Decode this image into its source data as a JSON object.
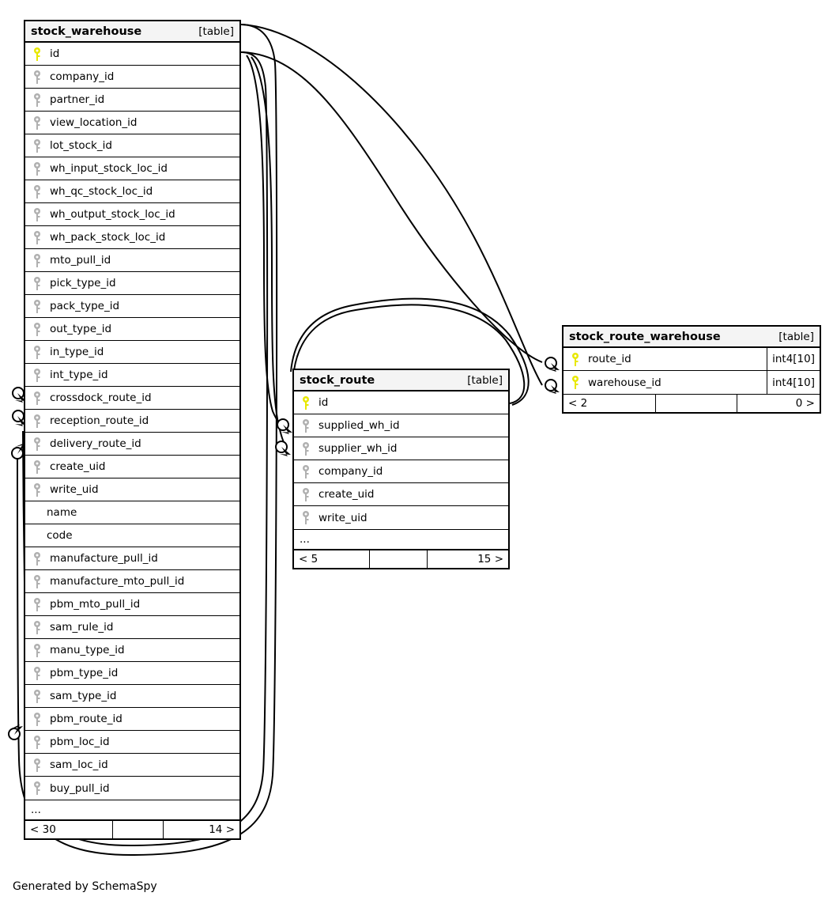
{
  "diagram": {
    "credit": "Generated by SchemaSpy",
    "table_tag": "[table]",
    "ellipsis": "...",
    "colors": {
      "pk_key": "#e8e800",
      "fk_key": "#b0b0b0",
      "header_bg": "#f4f4f4",
      "border": "#000000",
      "background": "#ffffff"
    }
  },
  "tables": [
    {
      "name": "stock_warehouse",
      "tag": "[table]",
      "columns": [
        {
          "name": "id",
          "key": "pk",
          "type": ""
        },
        {
          "name": "company_id",
          "key": "fk",
          "type": ""
        },
        {
          "name": "partner_id",
          "key": "fk",
          "type": ""
        },
        {
          "name": "view_location_id",
          "key": "fk",
          "type": ""
        },
        {
          "name": "lot_stock_id",
          "key": "fk",
          "type": ""
        },
        {
          "name": "wh_input_stock_loc_id",
          "key": "fk",
          "type": ""
        },
        {
          "name": "wh_qc_stock_loc_id",
          "key": "fk",
          "type": ""
        },
        {
          "name": "wh_output_stock_loc_id",
          "key": "fk",
          "type": ""
        },
        {
          "name": "wh_pack_stock_loc_id",
          "key": "fk",
          "type": ""
        },
        {
          "name": "mto_pull_id",
          "key": "fk",
          "type": ""
        },
        {
          "name": "pick_type_id",
          "key": "fk",
          "type": ""
        },
        {
          "name": "pack_type_id",
          "key": "fk",
          "type": ""
        },
        {
          "name": "out_type_id",
          "key": "fk",
          "type": ""
        },
        {
          "name": "in_type_id",
          "key": "fk",
          "type": ""
        },
        {
          "name": "int_type_id",
          "key": "fk",
          "type": ""
        },
        {
          "name": "crossdock_route_id",
          "key": "fk",
          "type": ""
        },
        {
          "name": "reception_route_id",
          "key": "fk",
          "type": ""
        },
        {
          "name": "delivery_route_id",
          "key": "fk",
          "type": ""
        },
        {
          "name": "create_uid",
          "key": "fk",
          "type": ""
        },
        {
          "name": "write_uid",
          "key": "fk",
          "type": ""
        },
        {
          "name": "name",
          "key": "none",
          "type": ""
        },
        {
          "name": "code",
          "key": "none",
          "type": ""
        },
        {
          "name": "manufacture_pull_id",
          "key": "fk",
          "type": ""
        },
        {
          "name": "manufacture_mto_pull_id",
          "key": "fk",
          "type": ""
        },
        {
          "name": "pbm_mto_pull_id",
          "key": "fk",
          "type": ""
        },
        {
          "name": "sam_rule_id",
          "key": "fk",
          "type": ""
        },
        {
          "name": "manu_type_id",
          "key": "fk",
          "type": ""
        },
        {
          "name": "pbm_type_id",
          "key": "fk",
          "type": ""
        },
        {
          "name": "sam_type_id",
          "key": "fk",
          "type": ""
        },
        {
          "name": "pbm_route_id",
          "key": "fk",
          "type": ""
        },
        {
          "name": "pbm_loc_id",
          "key": "fk",
          "type": ""
        },
        {
          "name": "sam_loc_id",
          "key": "fk",
          "type": ""
        },
        {
          "name": "buy_pull_id",
          "key": "fk",
          "type": ""
        }
      ],
      "ellipsis": "...",
      "footer": {
        "left": "< 30",
        "middle": "",
        "right": "14 >"
      }
    },
    {
      "name": "stock_route",
      "tag": "[table]",
      "columns": [
        {
          "name": "id",
          "key": "pk",
          "type": ""
        },
        {
          "name": "supplied_wh_id",
          "key": "fk",
          "type": ""
        },
        {
          "name": "supplier_wh_id",
          "key": "fk",
          "type": ""
        },
        {
          "name": "company_id",
          "key": "fk",
          "type": ""
        },
        {
          "name": "create_uid",
          "key": "fk",
          "type": ""
        },
        {
          "name": "write_uid",
          "key": "fk",
          "type": ""
        }
      ],
      "ellipsis": "...",
      "footer": {
        "left": "< 5",
        "middle": "",
        "right": "15 >"
      }
    },
    {
      "name": "stock_route_warehouse",
      "tag": "[table]",
      "columns": [
        {
          "name": "route_id",
          "key": "pk",
          "type": "int4[10]"
        },
        {
          "name": "warehouse_id",
          "key": "pk",
          "type": "int4[10]"
        }
      ],
      "ellipsis": "",
      "footer": {
        "left": "< 2",
        "middle": "",
        "right": "0 >"
      }
    }
  ]
}
